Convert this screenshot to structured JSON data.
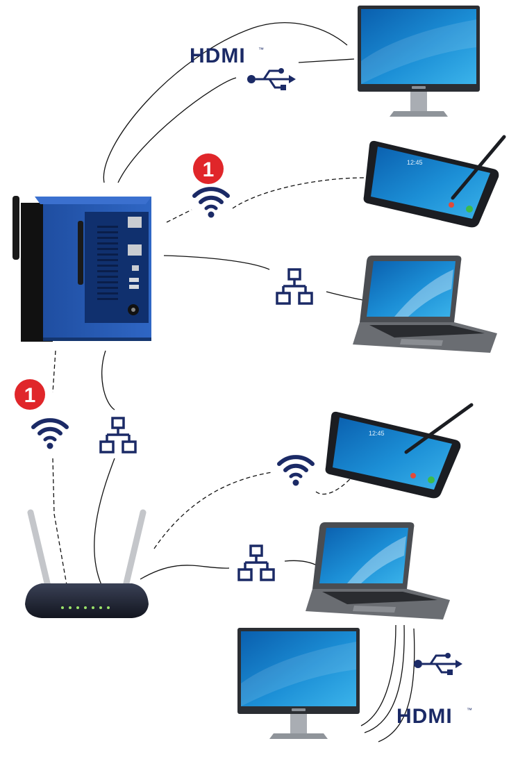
{
  "labels": {
    "hdmi": "HDMI",
    "trademark": "™",
    "badge": "1",
    "tablet_clock": "12:45"
  },
  "colors": {
    "icon_navy": "#1b2a66",
    "badge_red": "#e0262a",
    "device_blue": "#2c5fb8",
    "router_dark": "#1d2233"
  },
  "icons": [
    "hdmi-logo",
    "usb-icon",
    "wifi-icon",
    "ethernet-icon",
    "badge-number"
  ],
  "devices": [
    "monitor",
    "tablet",
    "laptop",
    "mini-pc",
    "router"
  ]
}
